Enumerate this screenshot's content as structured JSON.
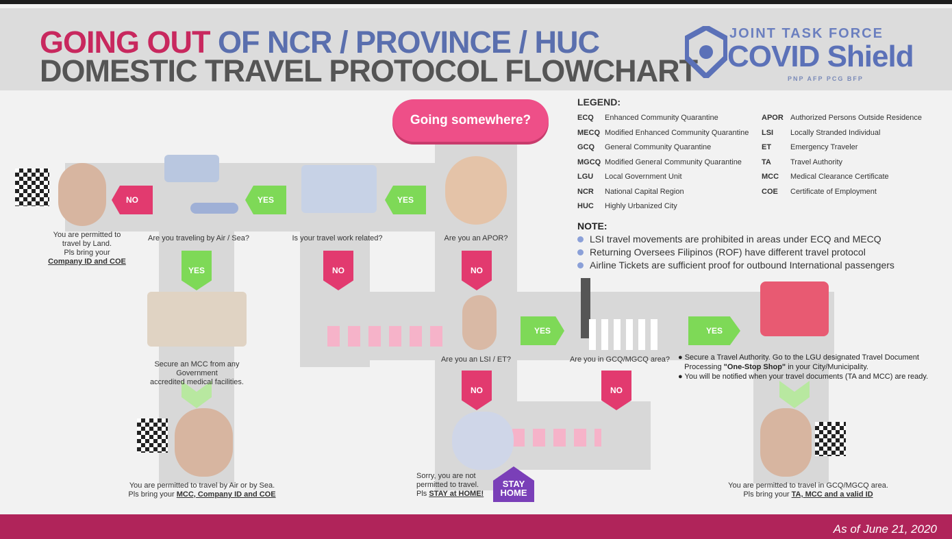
{
  "header": {
    "title_part1": "GOING OUT",
    "title_part2": "OF NCR / PROVINCE / HUC",
    "title_line2": "DOMESTIC TRAVEL PROTOCOL FLOWCHART"
  },
  "logo": {
    "line1": "JOINT TASK FORCE",
    "line2": "COVID Shield",
    "line3": "PNP AFP PCG BFP"
  },
  "start": "Going somewhere?",
  "arrows": {
    "yes": "YES",
    "no": "NO"
  },
  "questions": {
    "apor": "Are you an APOR?",
    "work": "Is your travel work related?",
    "airsea": "Are you traveling by Air / Sea?",
    "lsi": "Are you an LSI / ET?",
    "gcq": "Are you in GCQ/MGCQ area?"
  },
  "outcomes": {
    "land_1": "You are permitted to",
    "land_2": "travel by Land.",
    "land_3": "Pls bring your",
    "land_4": "Company ID and COE",
    "mcc_1": "Secure an MCC from any Government",
    "mcc_2": "accredited medical facilities.",
    "airsea_1": "You are permitted to travel  by Air or by Sea.",
    "airsea_2": "Pls bring your ",
    "airsea_3": "MCC, Company ID and COE",
    "sorry_1": "Sorry, you are not",
    "sorry_2": "permitted to travel.",
    "sorry_3": "Pls ",
    "sorry_4": "STAY at HOME!",
    "stay_1": "STAY",
    "stay_2": "HOME",
    "ta_1": "Secure a Travel Authority. Go to the LGU designated Travel Document",
    "ta_2": "Processing ",
    "ta_3": "\"One-Stop Shop\"",
    "ta_4": " in your City/Municipality.",
    "ta_5": "You will be notified when your travel documents (TA and MCC) are ready.",
    "gcq_1": "You are permitted to travel in GCQ/MGCQ area.",
    "gcq_2": "Pls bring your ",
    "gcq_3": "TA, MCC and  a valid ID"
  },
  "legend": {
    "title": "LEGEND:",
    "left": [
      {
        "abbr": "ECQ",
        "text": "Enhanced Community Quarantine"
      },
      {
        "abbr": "MECQ",
        "text": "Modified Enhanced Community Quarantine"
      },
      {
        "abbr": "GCQ",
        "text": "General Community Quarantine"
      },
      {
        "abbr": "MGCQ",
        "text": "Modified General Community Quarantine"
      },
      {
        "abbr": "LGU",
        "text": "Local Government Unit"
      },
      {
        "abbr": "NCR",
        "text": "National Capital Region"
      },
      {
        "abbr": "HUC",
        "text": "Highly Urbanized City"
      }
    ],
    "right": [
      {
        "abbr": "APOR",
        "text": "Authorized Persons Outside Residence"
      },
      {
        "abbr": "LSI",
        "text": "Locally Stranded Individual"
      },
      {
        "abbr": "ET",
        "text": "Emergency Traveler"
      },
      {
        "abbr": "TA",
        "text": "Travel Authority"
      },
      {
        "abbr": "MCC",
        "text": "Medical Clearance Certificate"
      },
      {
        "abbr": "COE",
        "text": "Certificate of Employment"
      }
    ]
  },
  "note": {
    "title": "NOTE:",
    "items": [
      "LSI travel movements are prohibited in areas under ECQ and MECQ",
      "Returning Oversees Filipinos (ROF) have different travel protocol",
      "Airline Tickets are sufficient proof for outbound International passengers"
    ]
  },
  "footer": {
    "date": "As of June 21, 2020"
  },
  "colors": {
    "pink": "#ee4f88",
    "green": "#7ed957",
    "crimson": "#b0245a",
    "blue": "#5b71b8"
  }
}
